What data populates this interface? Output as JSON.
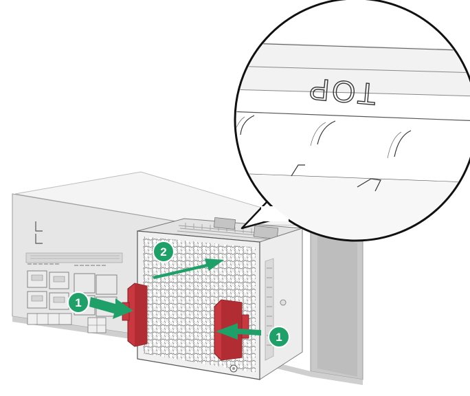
{
  "diagram": {
    "zoom_label": "TOP",
    "steps": [
      {
        "number": "1",
        "action": "press-latch"
      },
      {
        "number": "2",
        "action": "push-in"
      },
      {
        "number": "1",
        "action": "press-latch"
      }
    ]
  },
  "colors": {
    "step_badge": "#1fa068",
    "arrow": "#1fa068",
    "latch": "#c9373f",
    "chassis_light": "#ededed",
    "chassis_mid": "#d2d2d2",
    "chassis_dark": "#a8a8a8",
    "outline": "#333333"
  }
}
